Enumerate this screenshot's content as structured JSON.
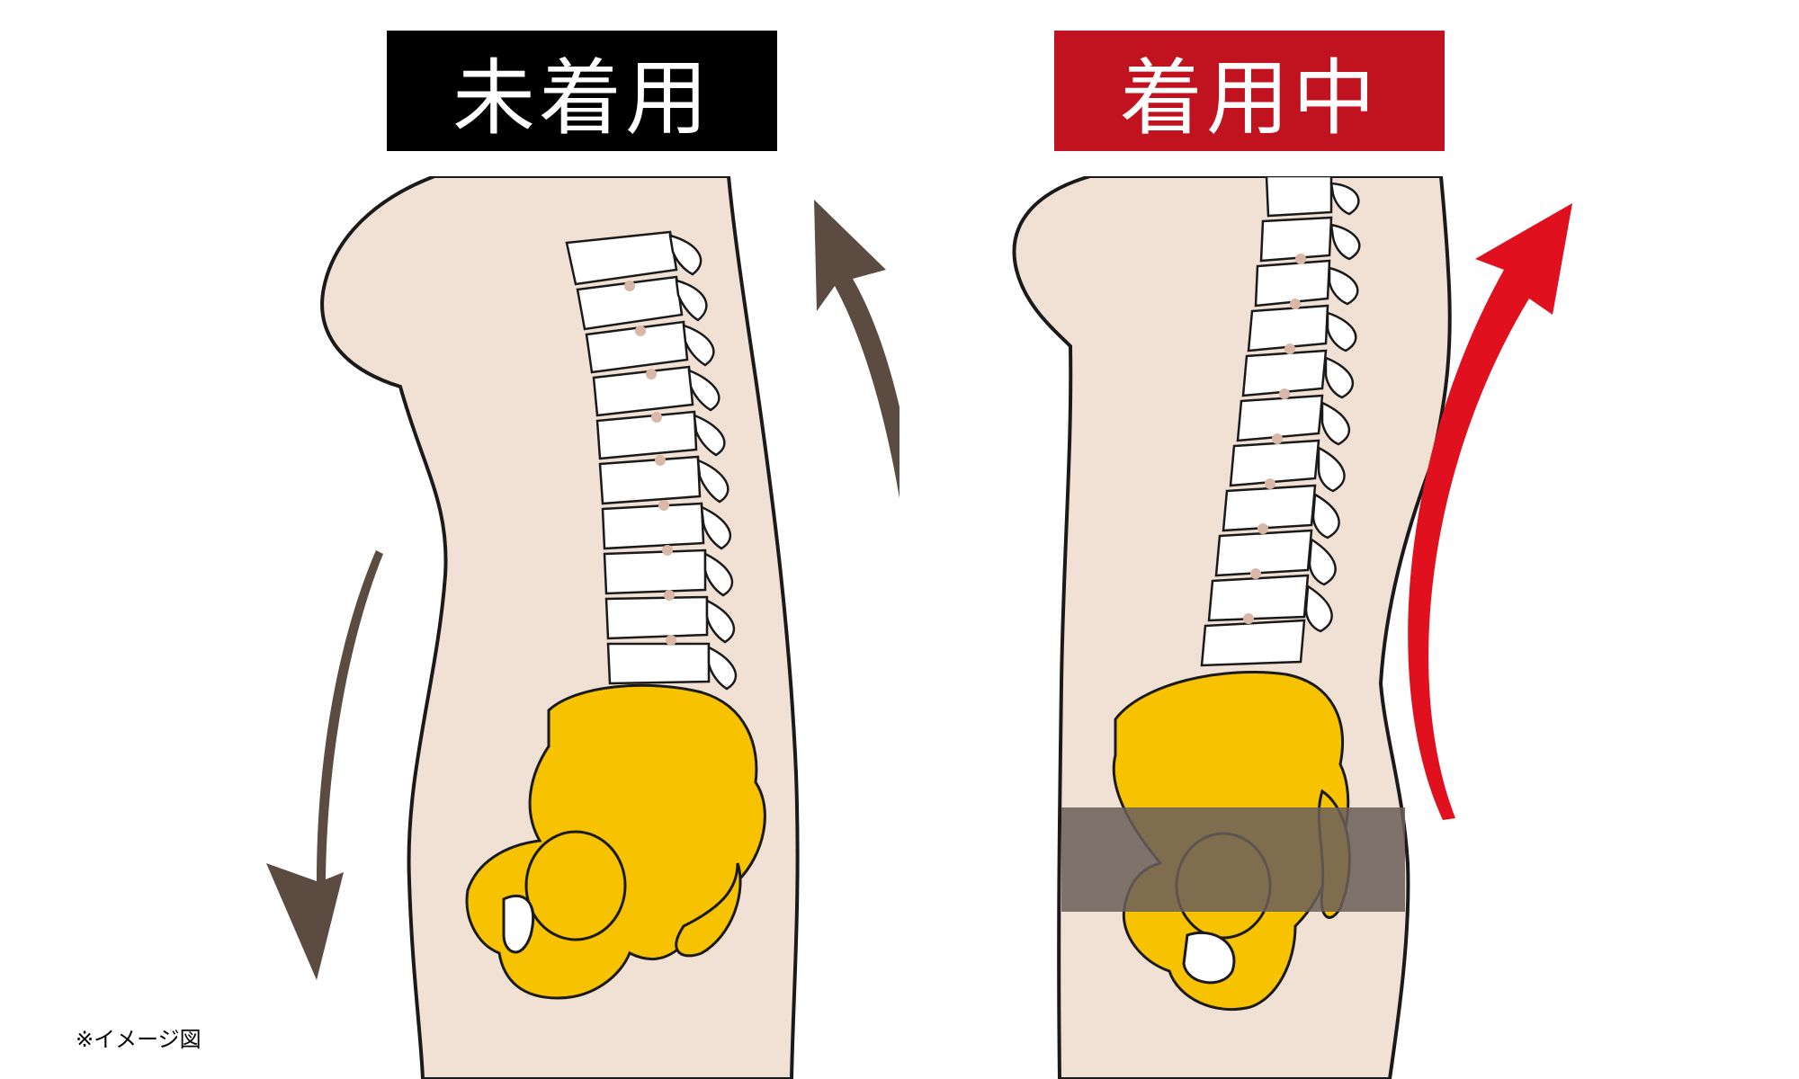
{
  "panels": {
    "before": {
      "label": "未着用",
      "label_bg": "#000000",
      "arrow_color": "#5b4b40"
    },
    "after": {
      "label": "着用中",
      "label_bg": "#c1121f",
      "arrow_color": "#e0101e",
      "belt_color": "#6b5f5a"
    }
  },
  "note": "※イメージ図",
  "colors": {
    "skin": "#f1e0d4",
    "pelvis": "#f7c200",
    "bone": "#ffffff",
    "outline": "#1a1a1a",
    "disc": "#d9b8a8"
  },
  "icons": {
    "spine": "vertebral-column",
    "pelvis": "pelvis-bone",
    "arrow_up": "curved-arrow-up",
    "arrow_down": "curved-arrow-down"
  }
}
